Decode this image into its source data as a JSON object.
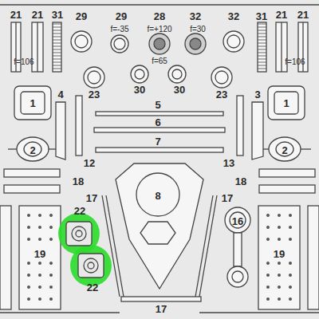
{
  "diagram": {
    "labels": [
      "21",
      "21",
      "31",
      "29",
      "29",
      "28",
      "32",
      "32",
      "31",
      "21",
      "21",
      "f=-35",
      "f=+120",
      "f=30",
      "f=106",
      "f=65",
      "f=106",
      "23",
      "30",
      "30",
      "23",
      "1",
      "4",
      "5",
      "1",
      "6",
      "3",
      "7",
      "2",
      "2",
      "12",
      "13",
      "18",
      "18",
      "17",
      "17",
      "8",
      "22",
      "16",
      "19",
      "19",
      "22",
      "17"
    ]
  }
}
